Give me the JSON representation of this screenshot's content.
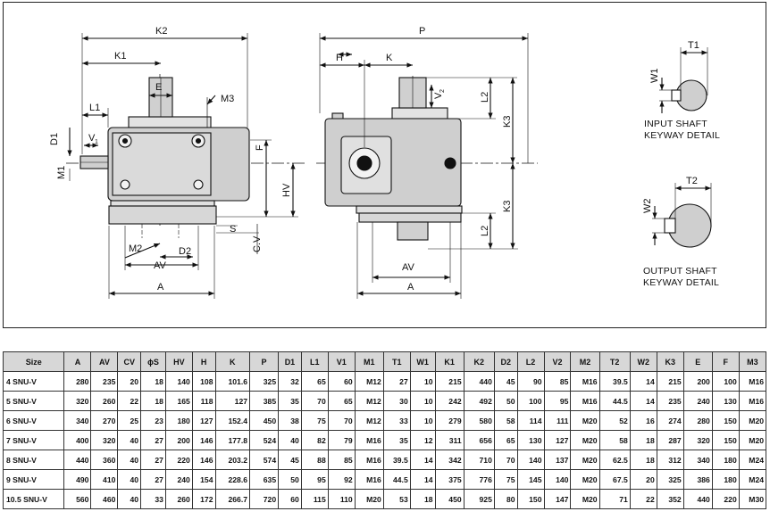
{
  "drawing": {
    "labels": {
      "K2": "K2",
      "K1": "K1",
      "E": "E",
      "M3": "M3",
      "L1": "L1",
      "D1": "D1",
      "V1": "V",
      "V1sub": "1",
      "M1": "M1",
      "F": "F",
      "HV": "HV",
      "S": "S",
      "CV": "C.V",
      "M2": "M2",
      "D2": "D2",
      "AV_left": "AV",
      "A_left": "A",
      "P": "P",
      "H": "H",
      "K": "K",
      "L2_top": "L2",
      "V2": "V",
      "V2sub": "2",
      "K3_top": "K3",
      "K3_bottom": "K3",
      "L2_bottom": "L2",
      "AV_right": "AV",
      "A_right": "A",
      "T1": "T1",
      "W1": "W1",
      "T2": "T2",
      "W2": "W2"
    },
    "input_caption": [
      "INPUT SHAFT",
      "KEYWAY DETAIL"
    ],
    "output_caption": [
      "OUTPUT SHAFT",
      "KEYWAY DETAIL"
    ]
  },
  "table": {
    "columns": [
      "Size",
      "A",
      "AV",
      "CV",
      "ϕS",
      "HV",
      "H",
      "K",
      "P",
      "D1",
      "L1",
      "V1",
      "M1",
      "T1",
      "W1",
      "K1",
      "K2",
      "D2",
      "L2",
      "V2",
      "M2",
      "T2",
      "W2",
      "K3",
      "E",
      "F",
      "M3"
    ],
    "rows": [
      [
        "4 SNU-V",
        "280",
        "235",
        "20",
        "18",
        "140",
        "108",
        "101.6",
        "325",
        "32",
        "65",
        "60",
        "M12",
        "27",
        "10",
        "215",
        "440",
        "45",
        "90",
        "85",
        "M16",
        "39.5",
        "14",
        "215",
        "200",
        "100",
        "M16"
      ],
      [
        "5 SNU-V",
        "320",
        "260",
        "22",
        "18",
        "165",
        "118",
        "127",
        "385",
        "35",
        "70",
        "65",
        "M12",
        "30",
        "10",
        "242",
        "492",
        "50",
        "100",
        "95",
        "M16",
        "44.5",
        "14",
        "235",
        "240",
        "130",
        "M16"
      ],
      [
        "6 SNU-V",
        "340",
        "270",
        "25",
        "23",
        "180",
        "127",
        "152.4",
        "450",
        "38",
        "75",
        "70",
        "M12",
        "33",
        "10",
        "279",
        "580",
        "58",
        "114",
        "111",
        "M20",
        "52",
        "16",
        "274",
        "280",
        "150",
        "M20"
      ],
      [
        "7 SNU-V",
        "400",
        "320",
        "40",
        "27",
        "200",
        "146",
        "177.8",
        "524",
        "40",
        "82",
        "79",
        "M16",
        "35",
        "12",
        "311",
        "656",
        "65",
        "130",
        "127",
        "M20",
        "58",
        "18",
        "287",
        "320",
        "150",
        "M20"
      ],
      [
        "8 SNU-V",
        "440",
        "360",
        "40",
        "27",
        "220",
        "146",
        "203.2",
        "574",
        "45",
        "88",
        "85",
        "M16",
        "39.5",
        "14",
        "342",
        "710",
        "70",
        "140",
        "137",
        "M20",
        "62.5",
        "18",
        "312",
        "340",
        "180",
        "M24"
      ],
      [
        "9 SNU-V",
        "490",
        "410",
        "40",
        "27",
        "240",
        "154",
        "228.6",
        "635",
        "50",
        "95",
        "92",
        "M16",
        "44.5",
        "14",
        "375",
        "776",
        "75",
        "145",
        "140",
        "M20",
        "67.5",
        "20",
        "325",
        "386",
        "180",
        "M24"
      ],
      [
        "10.5 SNU-V",
        "560",
        "460",
        "40",
        "33",
        "260",
        "172",
        "266.7",
        "720",
        "60",
        "115",
        "110",
        "M20",
        "53",
        "18",
        "450",
        "925",
        "80",
        "150",
        "147",
        "M20",
        "71",
        "22",
        "352",
        "440",
        "220",
        "M30"
      ]
    ]
  }
}
